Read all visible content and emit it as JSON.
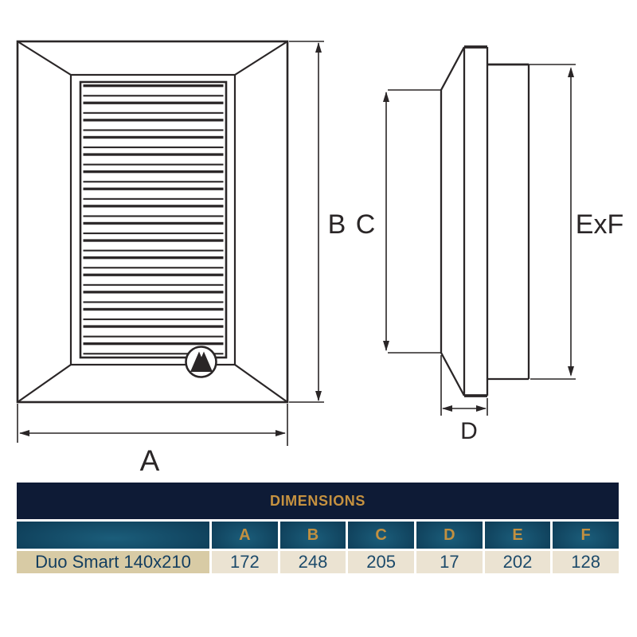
{
  "diagram": {
    "labels": {
      "a": "A",
      "b": "B",
      "c": "C",
      "d": "D",
      "exf": "ExF"
    }
  },
  "table": {
    "title": "DIMENSIONS",
    "columns": [
      "A",
      "B",
      "C",
      "D",
      "E",
      "F"
    ],
    "product": "Duo Smart 140x210",
    "values": [
      "172",
      "248",
      "205",
      "17",
      "202",
      "128"
    ]
  },
  "colors": {
    "header_navy": "#0e1b36",
    "accent_gold": "#c69240",
    "cell_teal_dark": "#0a2943",
    "cell_teal_light": "#1b5d7a",
    "product_cell_tan": "#d8cba5",
    "value_cell_beige": "#ebe3d2",
    "drawing_line": "#2a2627"
  }
}
